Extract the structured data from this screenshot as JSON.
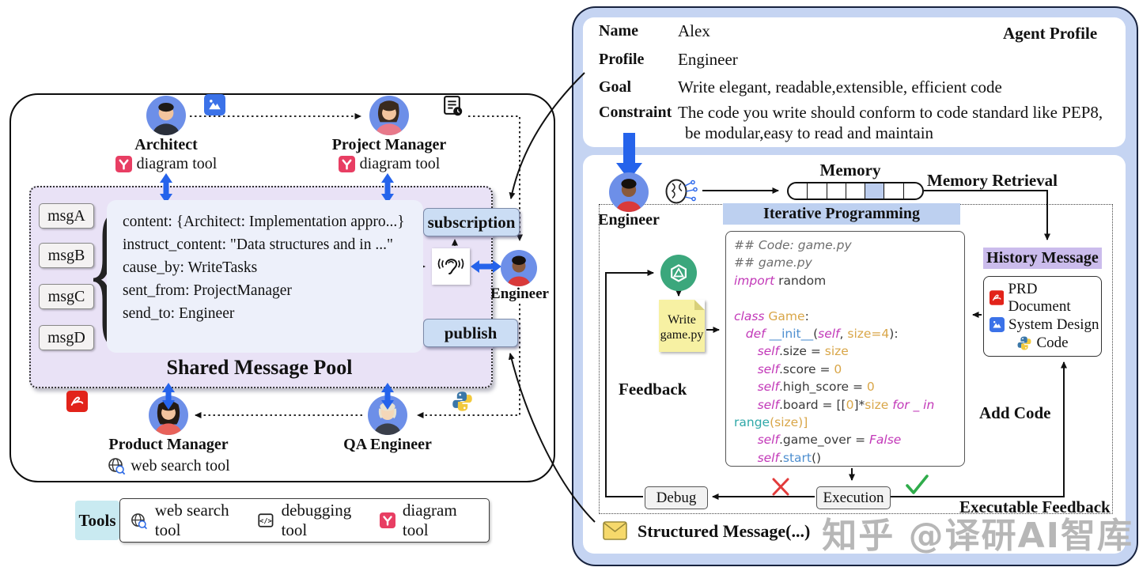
{
  "colors": {
    "accent_blue": "#2563EB",
    "pool_bg": "#E9E2F6",
    "content_bg": "#EDF0FA",
    "action_box_bg": "#CBDDF4",
    "right_panel_bg": "#C5D4F2",
    "banner_bg": "#BDD0F0",
    "history_banner_bg": "#CBBCEC",
    "note_bg": "#F7F1A3",
    "tools_label_bg": "#C9EAF1",
    "pdf_red": "#E2231A",
    "diagram_pink": "#E83E63",
    "watermark_gray": "#B7B7B7"
  },
  "left_panel": {
    "architect": {
      "name": "Architect",
      "tool": "diagram tool"
    },
    "project_manager": {
      "name": "Project Manager",
      "tool": "diagram tool"
    },
    "engineer": {
      "name": "Engineer"
    },
    "product_manager": {
      "name": "Product Manager",
      "tool": "web search tool"
    },
    "qa_engineer": {
      "name": "QA Engineer"
    },
    "pool": {
      "title": "Shared Message Pool",
      "messages": [
        "msgA",
        "msgB",
        "msgC",
        "msgD"
      ],
      "content_lines": [
        "content: {Architect: Implementation appro...}",
        "instruct_content: \"Data structures and in ...\"",
        "cause_by: WriteTasks",
        "sent_from: ProjectManager",
        "send_to: Engineer"
      ]
    },
    "subscription": "subscription",
    "publish": "publish"
  },
  "tools_legend": {
    "label": "Tools",
    "items": [
      {
        "icon": "web-search-icon",
        "label": "web search tool"
      },
      {
        "icon": "debugging-icon",
        "label": "debugging tool"
      },
      {
        "icon": "diagram-icon",
        "label": "diagram tool"
      }
    ]
  },
  "right_panel": {
    "profile": {
      "title": "Agent Profile",
      "name_label": "Name",
      "name": "Alex",
      "profile_label": "Profile",
      "profile": "Engineer",
      "goal_label": "Goal",
      "goal": "Write elegant, readable,extensible, efficient code",
      "constraint_label": "Constraint",
      "constraint_line1": "The code you write should conform to code standard like PEP8,",
      "constraint_line2": "be modular,easy to read and maintain"
    },
    "engineer_label": "Engineer",
    "memory": {
      "label": "Memory",
      "retrieval_label": "Memory Retrieval",
      "cells": 7,
      "active_cell": 5
    },
    "iterative_title": "Iterative Programming",
    "note_line1": "Write",
    "note_line2": "game.py",
    "feedback_label": "Feedback",
    "code": {
      "lines": [
        [
          [
            "## Code: game.py",
            "cmt"
          ]
        ],
        [
          [
            "## game.py",
            "cmt"
          ]
        ],
        [
          [
            "import",
            "kw"
          ],
          [
            " random",
            "pl"
          ]
        ],
        [
          [
            " ",
            "pl"
          ]
        ],
        [
          [
            "class",
            "kw"
          ],
          [
            " ",
            "pl"
          ],
          [
            "Game",
            "cls"
          ],
          [
            ":",
            "pl"
          ]
        ],
        [
          [
            "   ",
            "pl"
          ],
          [
            "def",
            "kw"
          ],
          [
            " ",
            "pl"
          ],
          [
            "__init__",
            "fn"
          ],
          [
            "(",
            "pl"
          ],
          [
            "self",
            "self"
          ],
          [
            ", ",
            "pl"
          ],
          [
            "size=4",
            "val"
          ],
          [
            "):",
            "pl"
          ]
        ],
        [
          [
            "      ",
            "pl"
          ],
          [
            "self",
            "self"
          ],
          [
            ".size = ",
            "pl"
          ],
          [
            "size",
            "val"
          ]
        ],
        [
          [
            "      ",
            "pl"
          ],
          [
            "self",
            "self"
          ],
          [
            ".score = ",
            "pl"
          ],
          [
            "0",
            "val"
          ]
        ],
        [
          [
            "      ",
            "pl"
          ],
          [
            "self",
            "self"
          ],
          [
            ".high_score = ",
            "pl"
          ],
          [
            "0",
            "val"
          ]
        ],
        [
          [
            "      ",
            "pl"
          ],
          [
            "self",
            "self"
          ],
          [
            ".board = [[",
            "pl"
          ],
          [
            "0",
            "val"
          ],
          [
            "]*",
            "pl"
          ],
          [
            "size",
            "val"
          ],
          [
            " ",
            "pl"
          ],
          [
            "for _ in",
            "kw"
          ]
        ],
        [
          [
            "range",
            "bi"
          ],
          [
            "(size)]",
            "val"
          ]
        ],
        [
          [
            "      ",
            "pl"
          ],
          [
            "self",
            "self"
          ],
          [
            ".game_over = ",
            "pl"
          ],
          [
            "False",
            "kw"
          ]
        ],
        [
          [
            "      ",
            "pl"
          ],
          [
            "self",
            "self"
          ],
          [
            ".",
            "pl"
          ],
          [
            "start",
            "fn"
          ],
          [
            "()",
            "pl"
          ]
        ]
      ]
    },
    "history": {
      "title": "History Message",
      "items": [
        {
          "icon": "pdf-icon",
          "label": "PRD Document"
        },
        {
          "icon": "doc-icon",
          "label": "System Design"
        },
        {
          "icon": "python-icon",
          "label": "Code"
        }
      ]
    },
    "add_code_label": "Add Code",
    "debug_label": "Debug",
    "execution_label": "Execution",
    "executable_feedback_label": "Executable Feedback",
    "structured_message": "Structured Message(...)"
  },
  "watermark": "知乎 @译研AI智库"
}
